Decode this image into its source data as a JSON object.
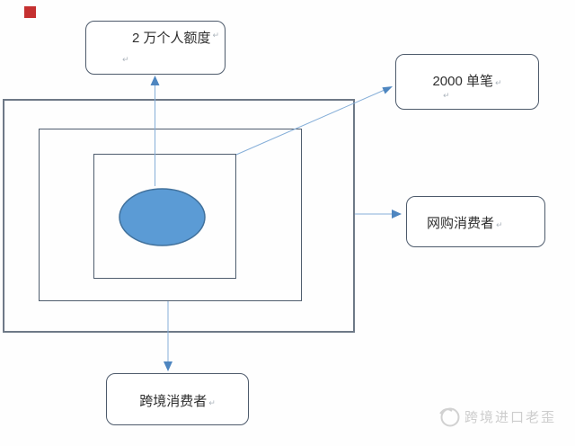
{
  "diagram": {
    "nodes": {
      "quota": {
        "label": "2 万个人额度"
      },
      "single": {
        "label": "2000 单笔"
      },
      "online": {
        "label": "网购消费者"
      },
      "cross_border": {
        "label": "跨境消费者"
      }
    },
    "paragraph_mark": "↵",
    "shapes": {
      "ellipse": "blue-ellipse",
      "rectangles": [
        "outer",
        "middle",
        "inner"
      ]
    },
    "arrows": [
      "ellipse-to-quota-up",
      "inner-rect-to-single-diagonal",
      "outer-rect-to-online-right",
      "middle-rect-to-cross-border-down"
    ]
  },
  "watermark": {
    "text": "跨境进口老歪"
  },
  "colors": {
    "marker_red": "#c53030",
    "ellipse_fill": "#5b9bd5",
    "ellipse_stroke": "#41719c",
    "arrow_line": "#85aed8",
    "arrowhead": "#4e86c0",
    "box_border": "#4d5a6b",
    "rect_border": "#4f5d6e",
    "watermark_gray": "#cbcbcb"
  }
}
